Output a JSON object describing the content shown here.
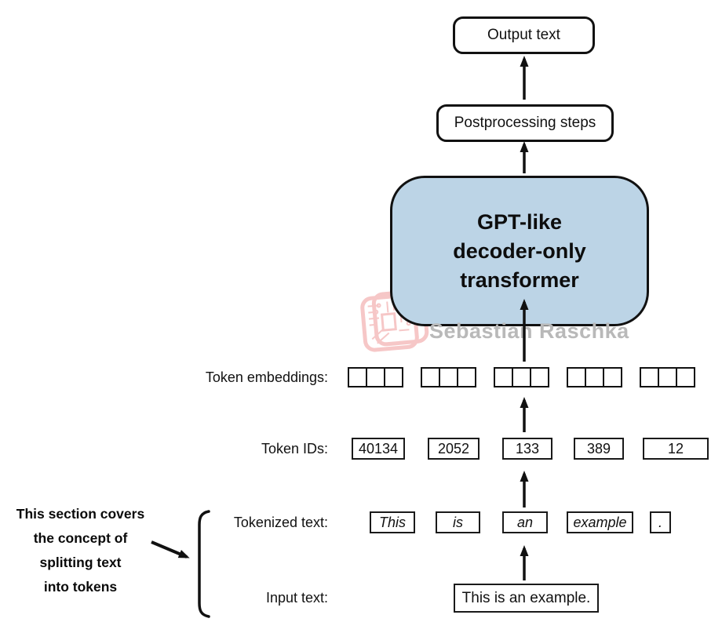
{
  "stages": {
    "output": "Output text",
    "postprocessing": "Postprocessing steps",
    "transformer": "GPT-like\ndecoder-only\ntransformer"
  },
  "rows": {
    "embeddings": {
      "label": "Token embeddings:",
      "groups": 5,
      "squares_per_group": 3
    },
    "token_ids": {
      "label": "Token IDs:",
      "values": [
        "40134",
        "2052",
        "133",
        "389",
        "12"
      ]
    },
    "tokens": {
      "label": "Tokenized text:",
      "values": [
        "This",
        "is",
        "an",
        "example",
        "."
      ]
    },
    "input": {
      "label": "Input text:",
      "value": "This is an example."
    }
  },
  "annotation": "This section covers\nthe concept of\nsplitting text\ninto tokens",
  "watermark": {
    "text": "Sebastian Raschka",
    "logo": "circuit-chip-logo"
  },
  "colors": {
    "transformer_fill": "#bcd4e6",
    "outline": "#111111",
    "watermark_text": "#b9b9b9",
    "watermark_logo": "#ef9a9a"
  }
}
